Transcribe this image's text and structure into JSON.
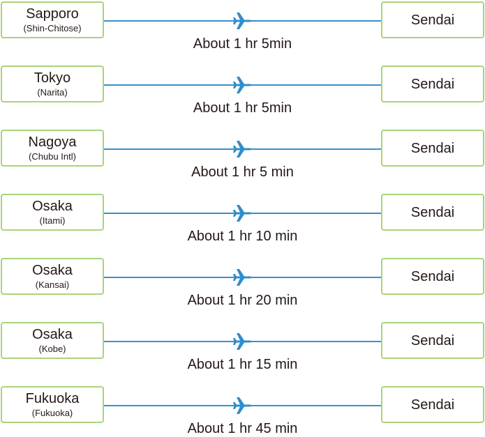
{
  "colors": {
    "box_border": "#a9d47b",
    "route_line": "#3a8fc9",
    "plane": "#2f8ecb"
  },
  "icons": {
    "plane": "airplane-icon"
  },
  "routes": [
    {
      "origin_city": "Sapporo",
      "origin_airport": "(Shin-Chitose)",
      "destination": "Sendai",
      "duration": "About 1 hr 5min"
    },
    {
      "origin_city": "Tokyo",
      "origin_airport": "(Narita)",
      "destination": "Sendai",
      "duration": "About 1 hr 5min"
    },
    {
      "origin_city": "Nagoya",
      "origin_airport": "(Chubu Intl)",
      "destination": "Sendai",
      "duration": "About 1 hr 5 min"
    },
    {
      "origin_city": "Osaka",
      "origin_airport": "(Itami)",
      "destination": "Sendai",
      "duration": "About 1 hr 10 min"
    },
    {
      "origin_city": "Osaka",
      "origin_airport": "(Kansai)",
      "destination": "Sendai",
      "duration": "About 1 hr 20 min"
    },
    {
      "origin_city": "Osaka",
      "origin_airport": "(Kobe)",
      "destination": "Sendai",
      "duration": "About 1 hr 15 min"
    },
    {
      "origin_city": "Fukuoka",
      "origin_airport": "(Fukuoka)",
      "destination": "Sendai",
      "duration": "About 1 hr 45 min"
    }
  ]
}
